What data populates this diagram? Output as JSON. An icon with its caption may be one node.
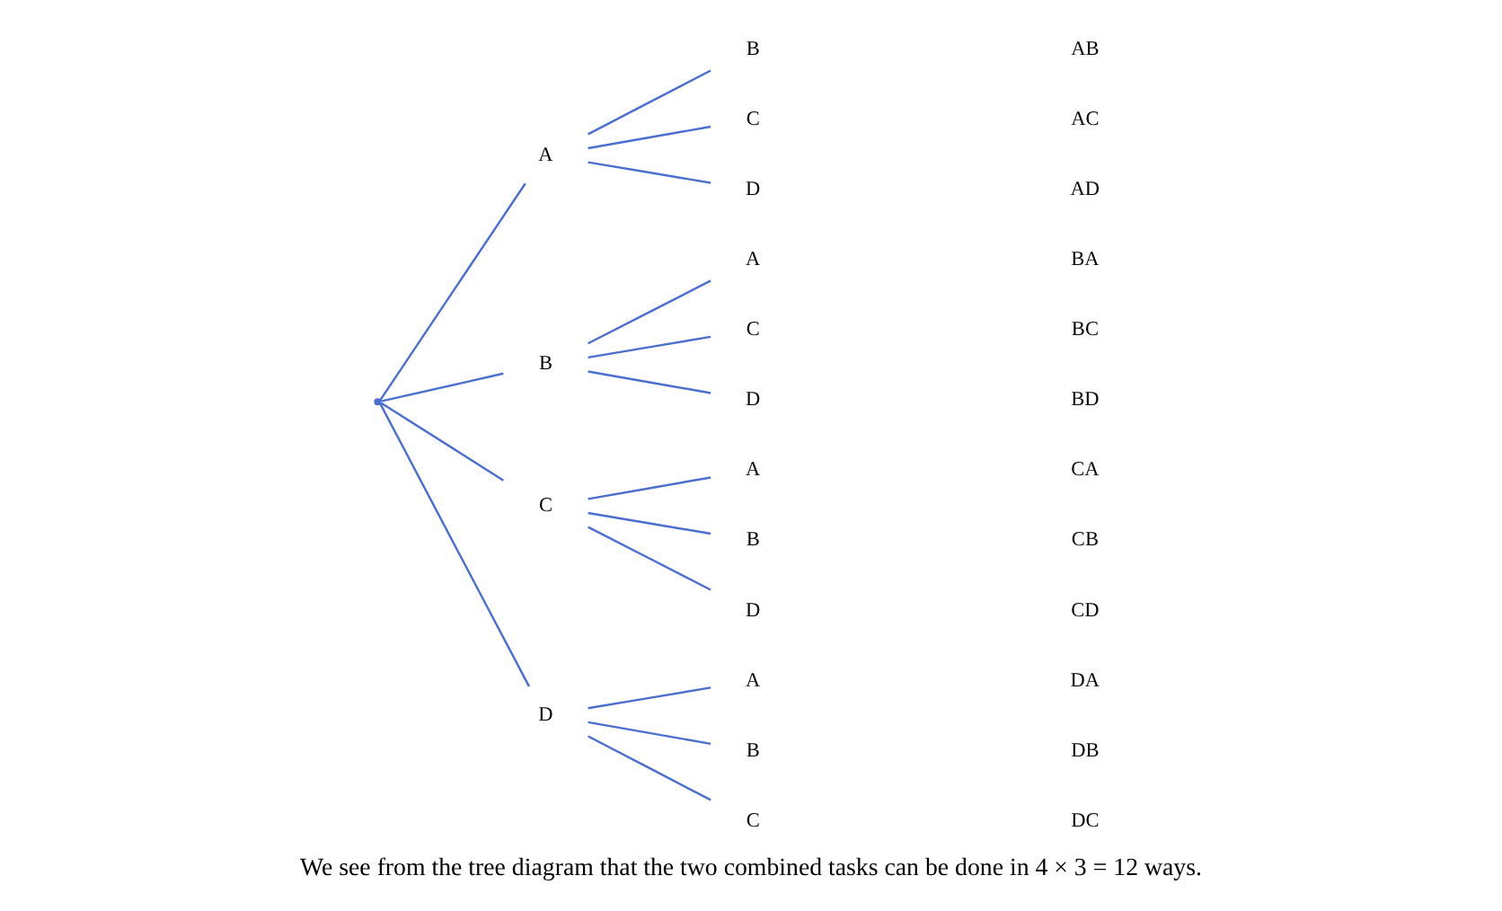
{
  "diagram": {
    "caption": "We see from the tree diagram that the two combined tasks can be done in 4 × 3 = 12 ways.",
    "nodes": [
      {
        "text": [],
        "shape": "point"
      },
      {
        "text": [
          "A"
        ]
      },
      {
        "text": [
          "B"
        ]
      },
      {
        "text": [
          "C"
        ]
      },
      {
        "text": [
          "D"
        ]
      },
      {
        "text": [
          "B"
        ]
      },
      {
        "text": [
          "C"
        ]
      },
      {
        "text": [
          "D"
        ]
      },
      {
        "text": [
          "A"
        ]
      },
      {
        "text": [
          "C"
        ]
      },
      {
        "text": [
          "D"
        ]
      },
      {
        "text": [
          "A"
        ]
      },
      {
        "text": [
          "B"
        ]
      },
      {
        "text": [
          "D"
        ]
      },
      {
        "text": [
          "A"
        ]
      },
      {
        "text": [
          "B"
        ]
      },
      {
        "text": [
          "C"
        ]
      }
    ],
    "edges": [
      {
        "from": 0,
        "to": 1,
        "arrow": "none"
      },
      {
        "from": 0,
        "to": 2,
        "arrow": "none"
      },
      {
        "from": 0,
        "to": 3,
        "arrow": "none"
      },
      {
        "from": 0,
        "to": 4,
        "arrow": "none"
      },
      {
        "from": 1,
        "to": 5,
        "arrow": "none"
      },
      {
        "from": 1,
        "to": 6,
        "arrow": "none"
      },
      {
        "from": 1,
        "to": 7,
        "arrow": "none"
      },
      {
        "from": 2,
        "to": 8,
        "arrow": "none"
      },
      {
        "from": 2,
        "to": 9,
        "arrow": "none"
      },
      {
        "from": 2,
        "to": 10,
        "arrow": "none"
      },
      {
        "from": 3,
        "to": 11,
        "arrow": "none"
      },
      {
        "from": 3,
        "to": 12,
        "arrow": "none"
      },
      {
        "from": 3,
        "to": 13,
        "arrow": "none"
      },
      {
        "from": 4,
        "to": 14,
        "arrow": "none"
      },
      {
        "from": 4,
        "to": 15,
        "arrow": "none"
      },
      {
        "from": 4,
        "to": 16,
        "arrow": "none"
      }
    ],
    "labels": [
      "AB",
      "AC",
      "AD",
      "BA",
      "BC",
      "BD",
      "CA",
      "CB",
      "CD",
      "DA",
      "DB",
      "DC"
    ]
  }
}
